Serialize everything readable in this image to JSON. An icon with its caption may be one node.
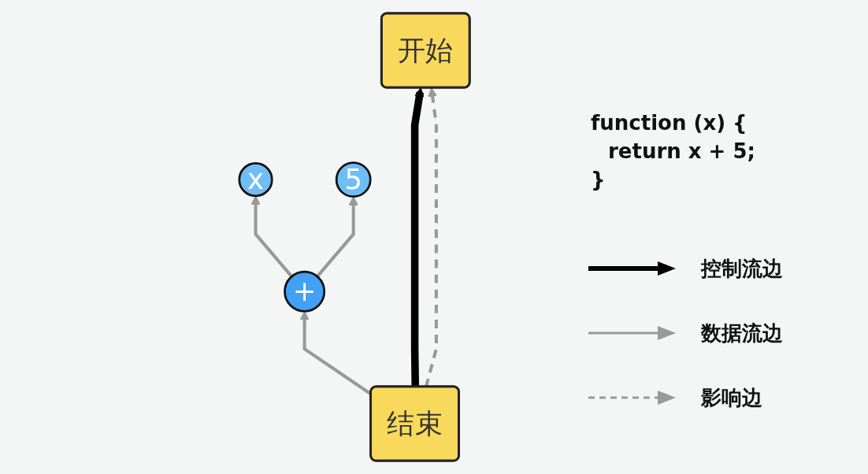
{
  "diagram": {
    "nodes": [
      {
        "text": [
          "开始"
        ]
      },
      {
        "text": [
          "x"
        ]
      },
      {
        "text": [
          "5"
        ]
      },
      {
        "text": [
          "+"
        ]
      },
      {
        "text": [
          "结束"
        ]
      }
    ],
    "edges": [
      {
        "from": 4,
        "to": 0,
        "arrow": "to",
        "style": "thick",
        "color": "#000000"
      },
      {
        "from": 4,
        "to": 0,
        "arrow": "to",
        "style": "dashed"
      },
      {
        "from": 4,
        "to": 3,
        "arrow": "to"
      },
      {
        "from": 3,
        "to": 1,
        "arrow": "to"
      },
      {
        "from": 3,
        "to": 2,
        "arrow": "to"
      }
    ],
    "labels": [
      "function (x) {",
      "return x + 5;",
      "}"
    ],
    "legend": [
      {
        "text": "控制流边"
      },
      {
        "text": "数据流边"
      },
      {
        "text": "影响边"
      }
    ]
  }
}
